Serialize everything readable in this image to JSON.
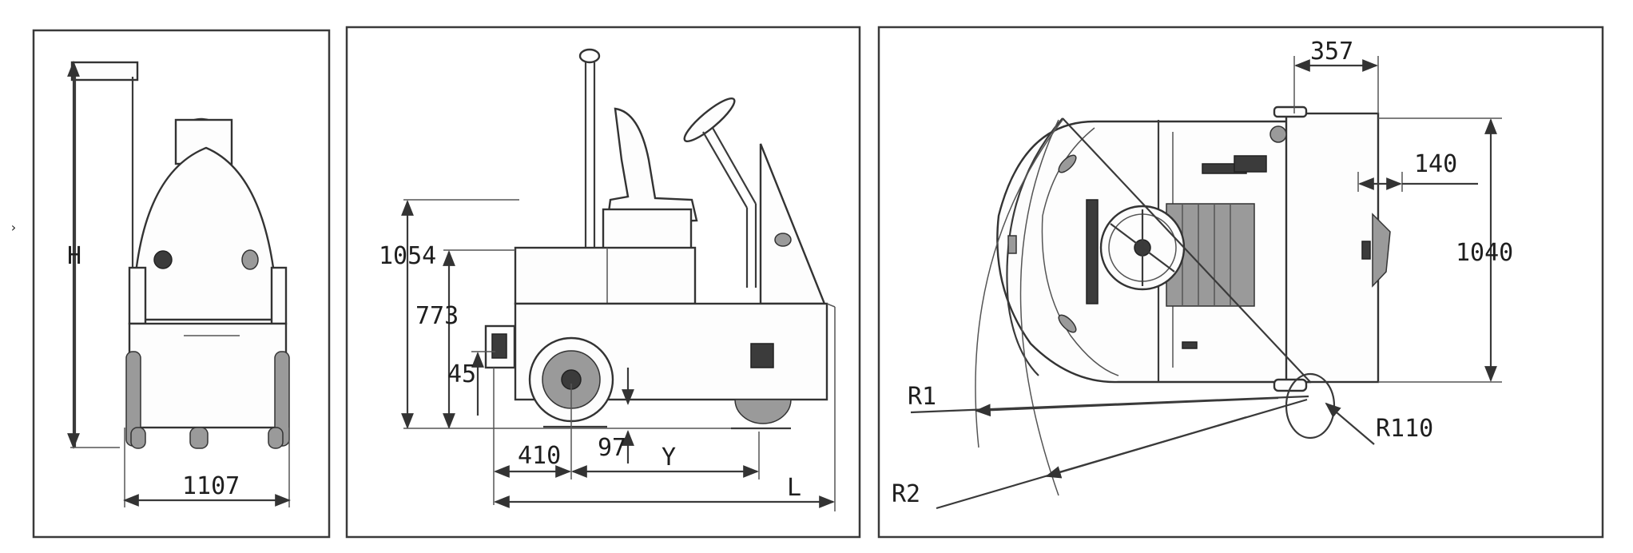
{
  "front_view": {
    "height_label": "H",
    "width_label": "1107"
  },
  "side_view": {
    "height_total": "1054",
    "height_platform": "773",
    "height_hitch": "45",
    "front_overhang": "410",
    "clearance": "97",
    "wheelbase_label": "Y",
    "length_label": "L"
  },
  "top_view": {
    "platform_width": "357",
    "offset": "140",
    "overall_width": "1040",
    "radius_inner": "R1",
    "radius_outer": "R2",
    "radius_wheel": "R110"
  }
}
